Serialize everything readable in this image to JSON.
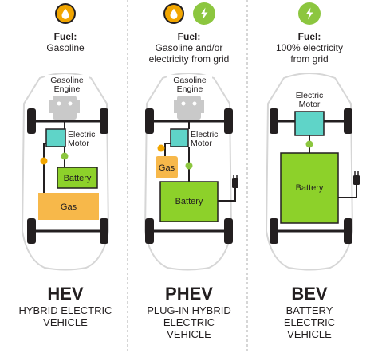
{
  "colors": {
    "fuel_orange": "#f2a600",
    "electric_green": "#8cc63f",
    "battery_green": "#8dd12a",
    "motor_teal": "#5fd4c8",
    "gas_orange": "#f7b84a",
    "engine_gray": "#c9c9c9",
    "body_outline": "#d6d6d6",
    "divider": "#bbbbbb",
    "text": "#231f20"
  },
  "columns": [
    {
      "icons": [
        "fuel-drop-icon"
      ],
      "fuel_label": "Fuel:",
      "fuel_lines": [
        "Gasoline"
      ],
      "components": {
        "engine_lines": [
          "Gasoline",
          "Engine"
        ],
        "motor_lines": [
          "Electric",
          "Motor"
        ],
        "battery": "Battery",
        "gas": "Gas"
      },
      "acronym": "HEV",
      "name_lines": [
        "HYBRID ELECTRIC",
        "VEHICLE"
      ]
    },
    {
      "icons": [
        "fuel-drop-icon",
        "lightning-bolt-icon"
      ],
      "fuel_label": "Fuel:",
      "fuel_lines": [
        "Gasoline and/or",
        "electricity from grid"
      ],
      "components": {
        "engine_lines": [
          "Gasoline",
          "Engine"
        ],
        "motor_lines": [
          "Electric",
          "Motor"
        ],
        "battery": "Battery",
        "gas": "Gas"
      },
      "acronym": "PHEV",
      "name_lines": [
        "PLUG-IN HYBRID",
        "ELECTRIC",
        "VEHICLE"
      ]
    },
    {
      "icons": [
        "lightning-bolt-icon"
      ],
      "fuel_label": "Fuel:",
      "fuel_lines": [
        "100% electricity",
        "from grid"
      ],
      "components": {
        "motor_lines": [
          "Electric",
          "Motor"
        ],
        "battery": "Battery"
      },
      "acronym": "BEV",
      "name_lines": [
        "BATTERY",
        "ELECTRIC",
        "VEHICLE"
      ]
    }
  ]
}
